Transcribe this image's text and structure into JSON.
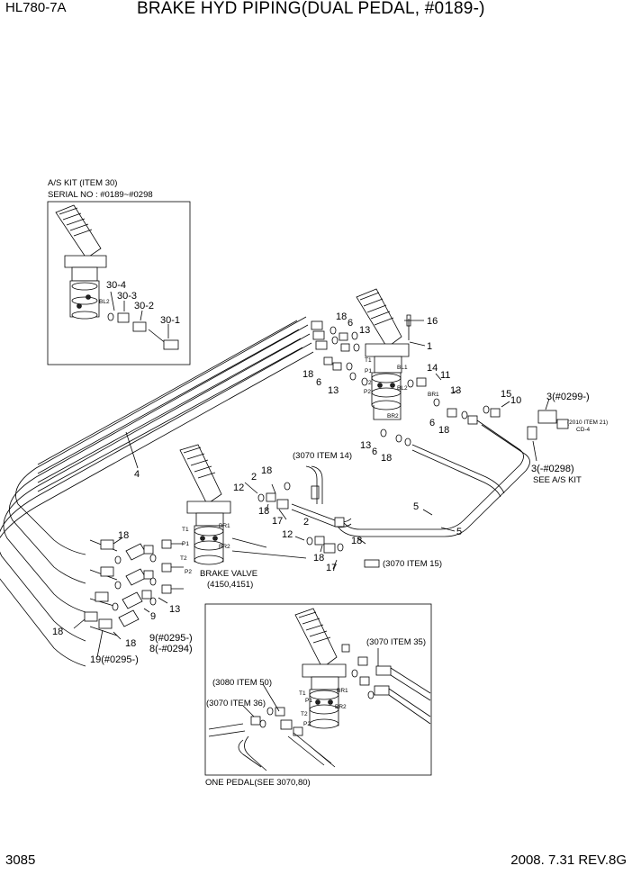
{
  "header": {
    "model": "HL780-7A",
    "title": "BRAKE HYD PIPING(DUAL PEDAL, #0189-)"
  },
  "footer": {
    "page_number": "3085",
    "date_rev": "2008. 7.31  REV.8G"
  },
  "inset_as_kit": {
    "caption1": "A/S KIT (ITEM 30)",
    "caption2": "SERIAL NO : #0189~#0298",
    "port": "BL2",
    "callouts": [
      "30-4",
      "30-3",
      "30-2",
      "30-1"
    ]
  },
  "inset_one_pedal": {
    "caption": "ONE PEDAL(SEE 3070,80)",
    "refs": [
      "(3070 ITEM 35)",
      "(3080 ITEM 50)",
      "(3070 ITEM 36)"
    ],
    "ports": [
      "T1",
      "P1",
      "T2",
      "P2",
      "BR1",
      "BR2"
    ]
  },
  "upper_valve": {
    "ports": [
      "T1",
      "P1",
      "T2",
      "P2",
      "BL1",
      "BL2",
      "BR1",
      "BR2"
    ],
    "callouts": [
      "18",
      "6",
      "13",
      "16",
      "1",
      "18",
      "6",
      "13",
      "14",
      "11",
      "13",
      "15",
      "10",
      "6",
      "18",
      "13",
      "6",
      "18"
    ],
    "ref_item": "3(#0299-)",
    "ref_kit_1": "(2010 ITEM 21)",
    "ref_kit_2": "CD-4",
    "ref_old": "3(-#0298)",
    "see_as": "SEE A/S KIT"
  },
  "lower_valve": {
    "label1": "BRAKE VALVE",
    "label2": "(4150,4151)",
    "ports": [
      "T1",
      "P1",
      "T2",
      "P2",
      "BR1",
      "BR2"
    ],
    "ref_top": "(3070 ITEM 14)",
    "ref_bottom": "(3070 ITEM 15)",
    "callouts": [
      "2",
      "18",
      "12",
      "18",
      "17",
      "2",
      "12",
      "18",
      "18",
      "17"
    ]
  },
  "manifold": {
    "callouts": [
      "18",
      "13",
      "9",
      "18",
      "18",
      "9(#0295-)",
      "8(-#0294)",
      "19(#0295-)"
    ]
  },
  "pipes": {
    "callouts": [
      "4",
      "5",
      "5"
    ]
  }
}
